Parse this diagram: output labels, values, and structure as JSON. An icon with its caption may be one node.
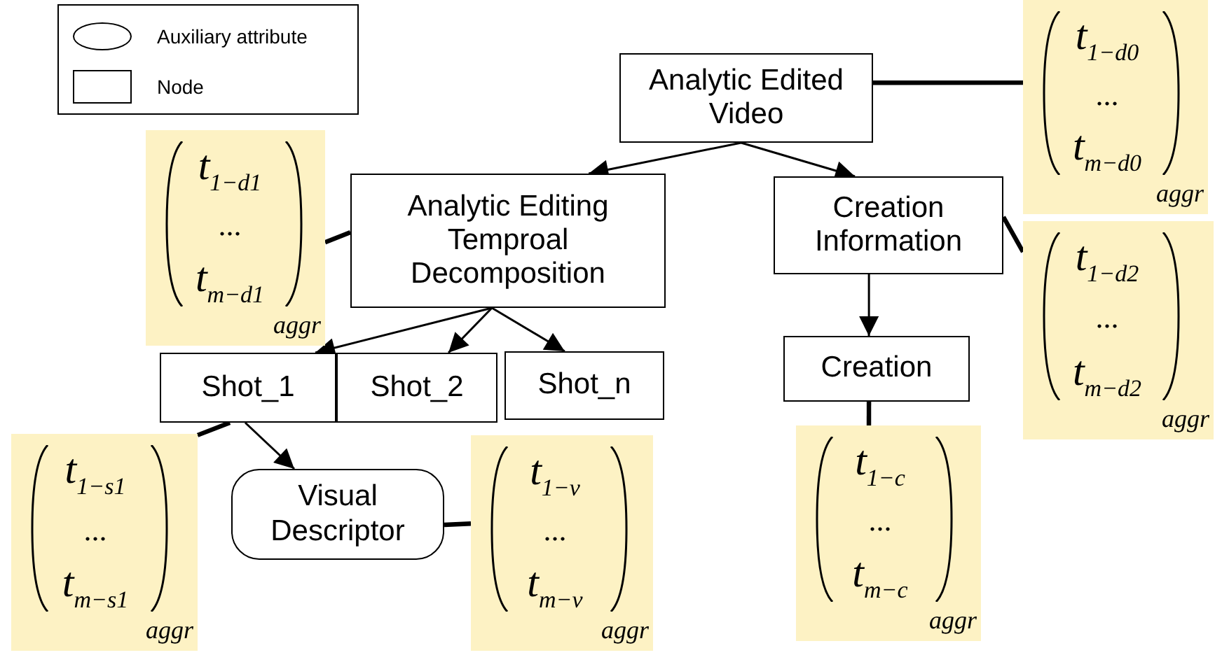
{
  "diagram": {
    "nodes": [
      {
        "text": [
          "Analytic Edited Video"
        ]
      },
      {
        "text": [
          "t$_{1−d0}$",
          "...",
          "t$_{m−d0}$",
          "aggr"
        ]
      },
      {
        "text": [
          "t$_{1−d1}$",
          "...",
          "t$_{m−d1}$",
          "aggr"
        ]
      },
      {
        "text": [
          "Analytic Editing Temproal Decomposition"
        ]
      },
      {
        "text": [
          "Creation Information"
        ]
      },
      {
        "text": [
          "t$_{1−d2}$",
          "...",
          "t$_{m−d2}$",
          "aggr"
        ]
      },
      {
        "text": [
          "Shot_1"
        ]
      },
      {
        "text": [
          "Shot_2"
        ]
      },
      {
        "text": [
          "Shot_n"
        ]
      },
      {
        "text": [
          "Creation"
        ]
      },
      {
        "text": [
          "t$_{1−s1}$",
          "...",
          "t$_{m−s1}$",
          "aggr"
        ]
      },
      {
        "text": [
          "Visual Descriptor"
        ]
      },
      {
        "text": [
          "t$_{1−v}$",
          "...",
          "t$_{m−v}$",
          "aggr"
        ]
      },
      {
        "text": [
          "t$_{1−c}$",
          "...",
          "t$_{m−c}$",
          "aggr"
        ]
      }
    ],
    "edges": [
      {
        "from": 0,
        "to": 3,
        "arrow": "to"
      },
      {
        "from": 0,
        "to": 4,
        "arrow": "to"
      },
      {
        "from": 0,
        "to": 1,
        "arrow": "none",
        "style": "thick"
      },
      {
        "from": 3,
        "to": 2,
        "arrow": "none",
        "style": "thick"
      },
      {
        "from": 4,
        "to": 5,
        "arrow": "none",
        "style": "thick"
      },
      {
        "from": 3,
        "to": 6,
        "arrow": "to"
      },
      {
        "from": 3,
        "to": 7,
        "arrow": "to"
      },
      {
        "from": 3,
        "to": 8,
        "arrow": "to"
      },
      {
        "from": 4,
        "to": 9,
        "arrow": "to"
      },
      {
        "from": 9,
        "to": 13,
        "arrow": "none",
        "style": "thick"
      },
      {
        "from": 6,
        "to": 10,
        "arrow": "none",
        "style": "thick"
      },
      {
        "from": 6,
        "to": 11,
        "arrow": "to"
      },
      {
        "from": 11,
        "to": 12,
        "arrow": "none",
        "style": "thick"
      }
    ],
    "legend": [
      {
        "text": "Auxiliary attribute"
      },
      {
        "text": "Node"
      }
    ]
  }
}
